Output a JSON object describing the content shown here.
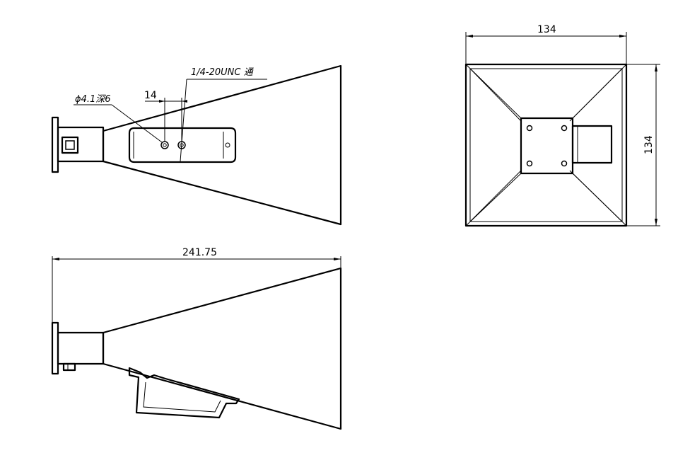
{
  "annotations": {
    "hole": "ϕ4.1深6",
    "thread": "1/4-20UNC 通",
    "spacing": "14"
  },
  "dimensions": {
    "length": "241.75",
    "width": "134",
    "height": "134"
  },
  "colors": {
    "line": "#000000",
    "background": "#ffffff"
  }
}
